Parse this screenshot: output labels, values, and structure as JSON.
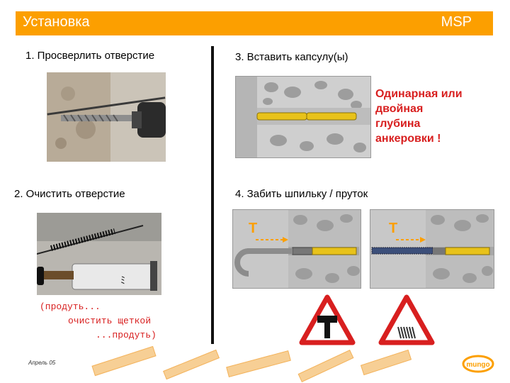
{
  "header": {
    "title": "Установка",
    "brand": "MSP"
  },
  "steps": {
    "s1": "1. Просверлить отверстие",
    "s2": "2. Очистить отверстие",
    "s3": "3. Вставить капсулу(ы)",
    "s4": "4. Забить шпильку / пруток"
  },
  "warning": {
    "line1": "Одинарная или",
    "line2": "двойная",
    "line3": "глубина",
    "line4": "анкеровки !"
  },
  "caption": {
    "line1": "(продуть...",
    "line2": "очистить щеткой",
    "line3": "...продуть)"
  },
  "footer": {
    "date": "Апрель 05"
  },
  "logo": {
    "text": "mungo"
  },
  "colors": {
    "accent": "#fc9f00",
    "warning": "#d81f1f",
    "capsule": "#e8c21a"
  }
}
